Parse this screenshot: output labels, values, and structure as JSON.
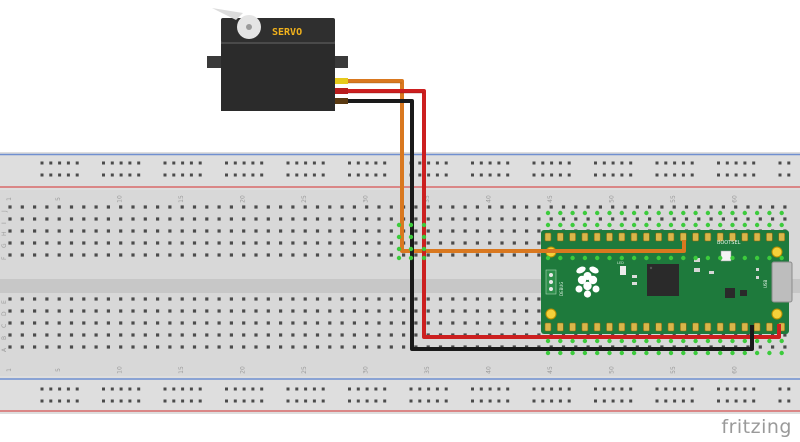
{
  "servo": {
    "label": "SERVO"
  },
  "breadboard": {
    "column_numbers": [
      "1",
      "5",
      "10",
      "15",
      "20",
      "25",
      "30",
      "35",
      "40",
      "45",
      "50",
      "55",
      "60"
    ],
    "row_letters_top": [
      "J",
      "I",
      "H",
      "G",
      "F"
    ],
    "row_letters_bottom": [
      "E",
      "D",
      "C",
      "B",
      "A"
    ]
  },
  "pico": {
    "bootsel_label": "BOOTSEL",
    "debug_label": "DEBUG",
    "usb_label": "USB",
    "led_label": "LED"
  },
  "wires": [
    {
      "name": "signal",
      "color": "#d9781f"
    },
    {
      "name": "power",
      "color": "#cc1f1f"
    },
    {
      "name": "ground",
      "color": "#1a1a1a"
    }
  ],
  "colors": {
    "breadboard": "#dcdcdc",
    "rail_red": "#d86a6a",
    "rail_blue": "#6f8fd0",
    "pico_green": "#1e7a3c",
    "servo_body": "#2b2b2b",
    "servo_label": "#f2b21c"
  },
  "branding": {
    "logo_text": "fritzing"
  }
}
